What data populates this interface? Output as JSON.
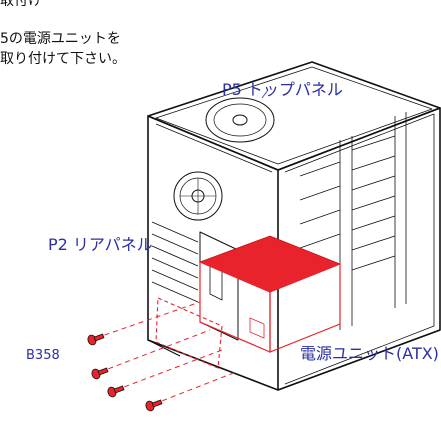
{
  "instructions": {
    "line1": "取付け",
    "line2": "5の電源ユニットを",
    "line3": "取り付けて下さい。"
  },
  "labels": {
    "top_panel": "P5 トップパネル",
    "rear_panel": "P2 リアパネル",
    "screw_code": "B358",
    "psu": "電源ユニット(ATX)"
  },
  "colors": {
    "label": "#2a2fa6",
    "psu_fill": "#e8232b",
    "guide_line": "#e8232b",
    "line_art": "#111111"
  },
  "icons": [
    "screw-icon",
    "fan-icon"
  ]
}
